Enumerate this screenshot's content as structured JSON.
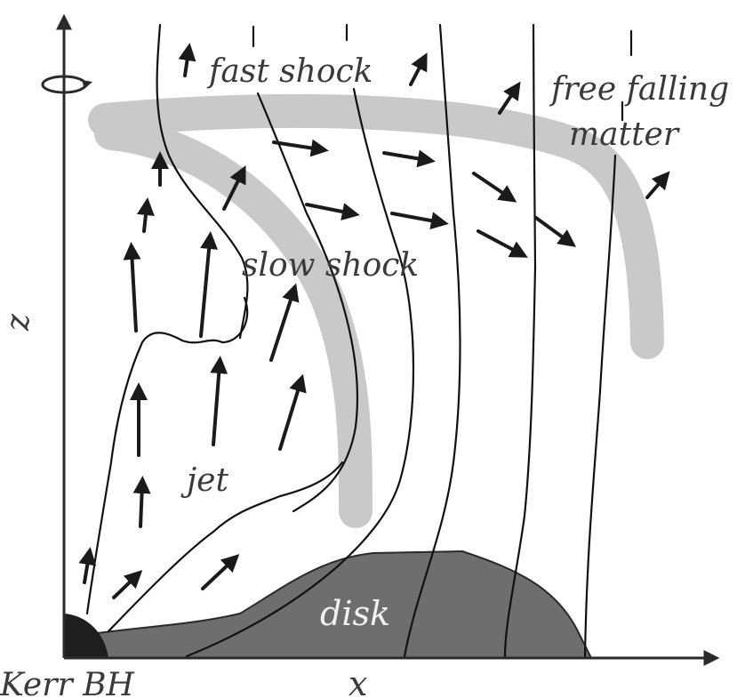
{
  "diagram": {
    "labels": {
      "fast_shock": "fast shock",
      "free_falling_line1": "free falling",
      "free_falling_line2": "matter",
      "slow_shock": "slow shock",
      "jet": "jet",
      "disk": "disk",
      "kerr_bh": "Kerr BH",
      "axis_z": "z",
      "axis_x": "x"
    },
    "colors": {
      "background": "#ffffff",
      "disk": "#6e6e6e",
      "shock_band": "#c9c9c9",
      "black_hole": "#1e1e1e",
      "lines": "#111111",
      "label_text": "#3a3a3a",
      "disk_label": "#f2f2f2"
    },
    "icons": [
      "rotation-arrow-icon"
    ]
  }
}
